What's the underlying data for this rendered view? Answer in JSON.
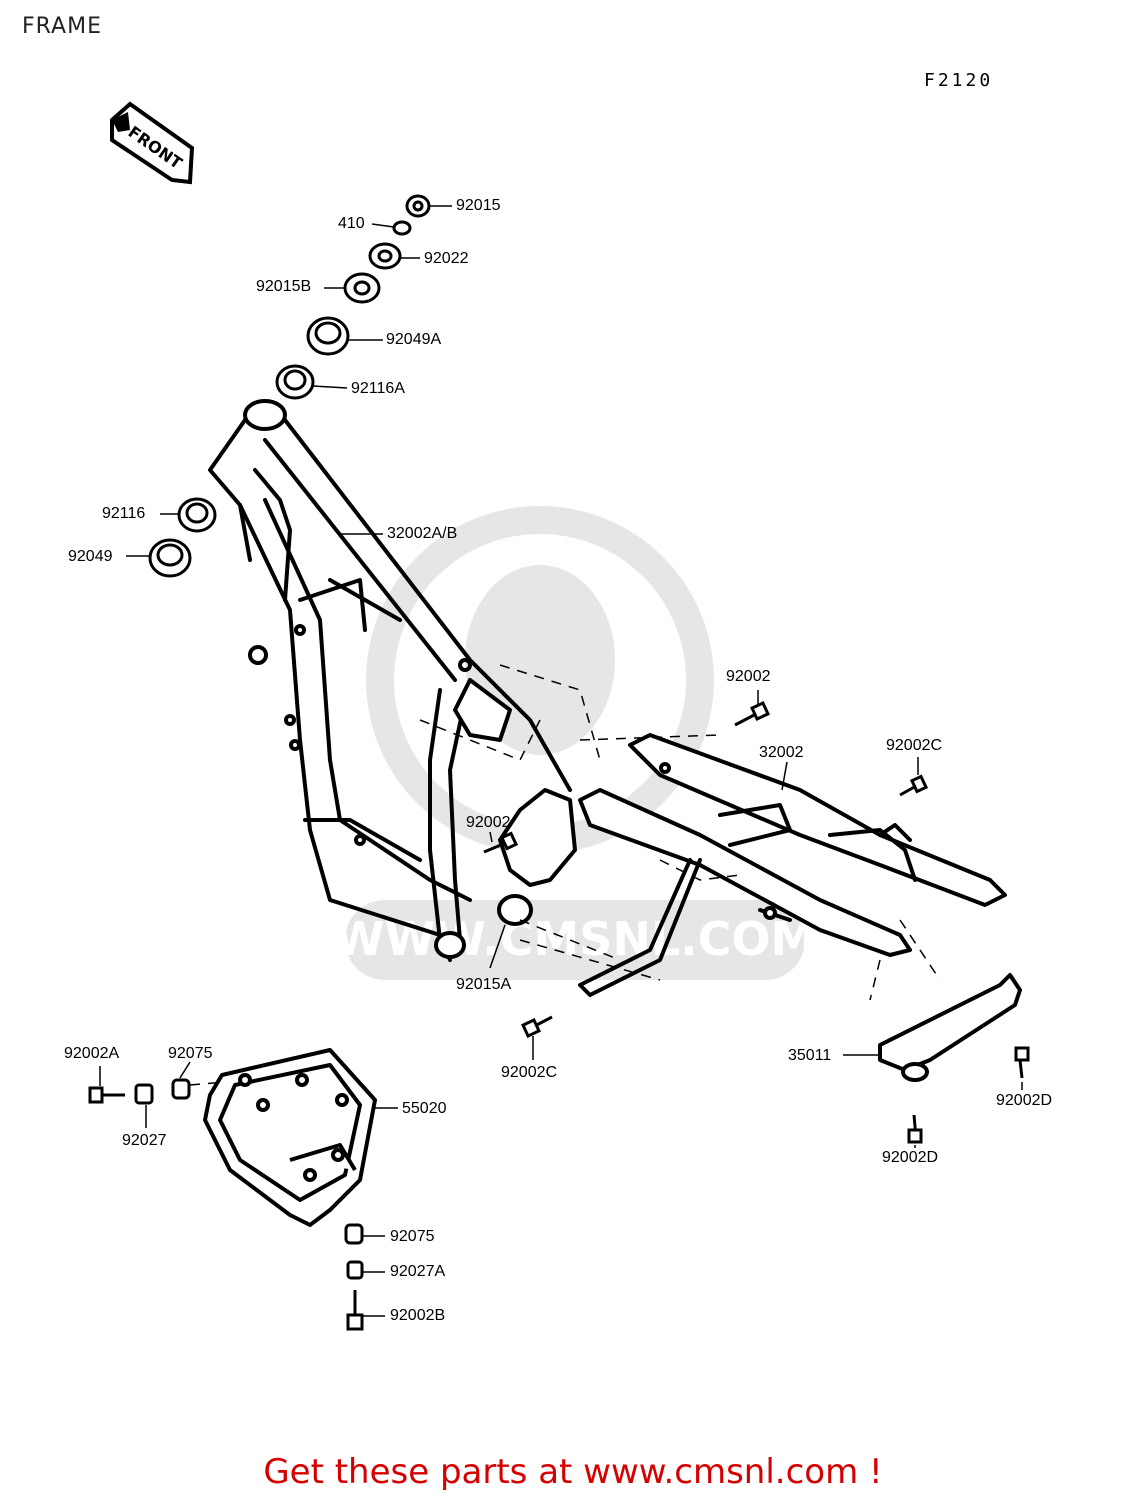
{
  "page_title": "FRAME",
  "diagram_code": "F2120",
  "front_label": "FRONT",
  "watermark_text": "WWW.CMSNL.COM",
  "footer_promo": "Get these parts at www.cmsnl.com !",
  "colors": {
    "footer_text": "#d50000",
    "watermark": "#e6e6e6"
  },
  "parts": {
    "p92015": "92015",
    "p410": "410",
    "p92022": "92022",
    "p92015B": "92015B",
    "p92049A": "92049A",
    "p92116A": "92116A",
    "p92116": "92116",
    "p92049": "92049",
    "p32002AB": "32002A/B",
    "p92002_top": "92002",
    "p32002": "32002",
    "p92002C_right": "92002C",
    "p92002_mid": "92002",
    "p92015A": "92015A",
    "p92002C_bottom": "92002C",
    "p35011": "35011",
    "p92002D_right": "92002D",
    "p92002D_bottom": "92002D",
    "p92002A": "92002A",
    "p92075_top": "92075",
    "p55020": "55020",
    "p92027": "92027",
    "p92075_bottom": "92075",
    "p92027A": "92027A",
    "p92002B": "92002B"
  }
}
